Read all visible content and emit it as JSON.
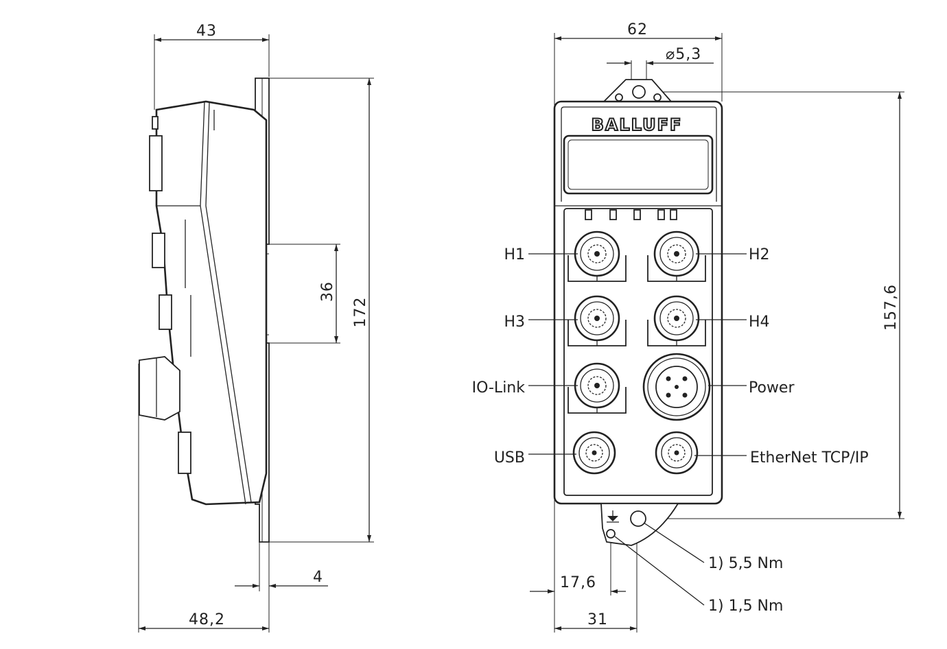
{
  "brand": "BALLUFF",
  "side_view": {
    "dims": {
      "width_top": "43",
      "height_total": "172",
      "rail_height": "36",
      "flange": "4",
      "width_bottom": "48,2"
    }
  },
  "front_view": {
    "dims": {
      "width": "62",
      "hole_diameter": "⌀5,3",
      "height": "157,6",
      "ground_offset": "17,6",
      "hole_offset": "31"
    },
    "ports": [
      "H1",
      "H2",
      "H3",
      "H4",
      "IO-Link",
      "Power",
      "USB",
      "EtherNet TCP/IP"
    ],
    "torque_notes": [
      "1) 5,5 Nm",
      "1) 1,5 Nm"
    ],
    "ground_symbol": "ground-icon"
  },
  "colors": {
    "line": "#222222",
    "background": "#ffffff"
  }
}
